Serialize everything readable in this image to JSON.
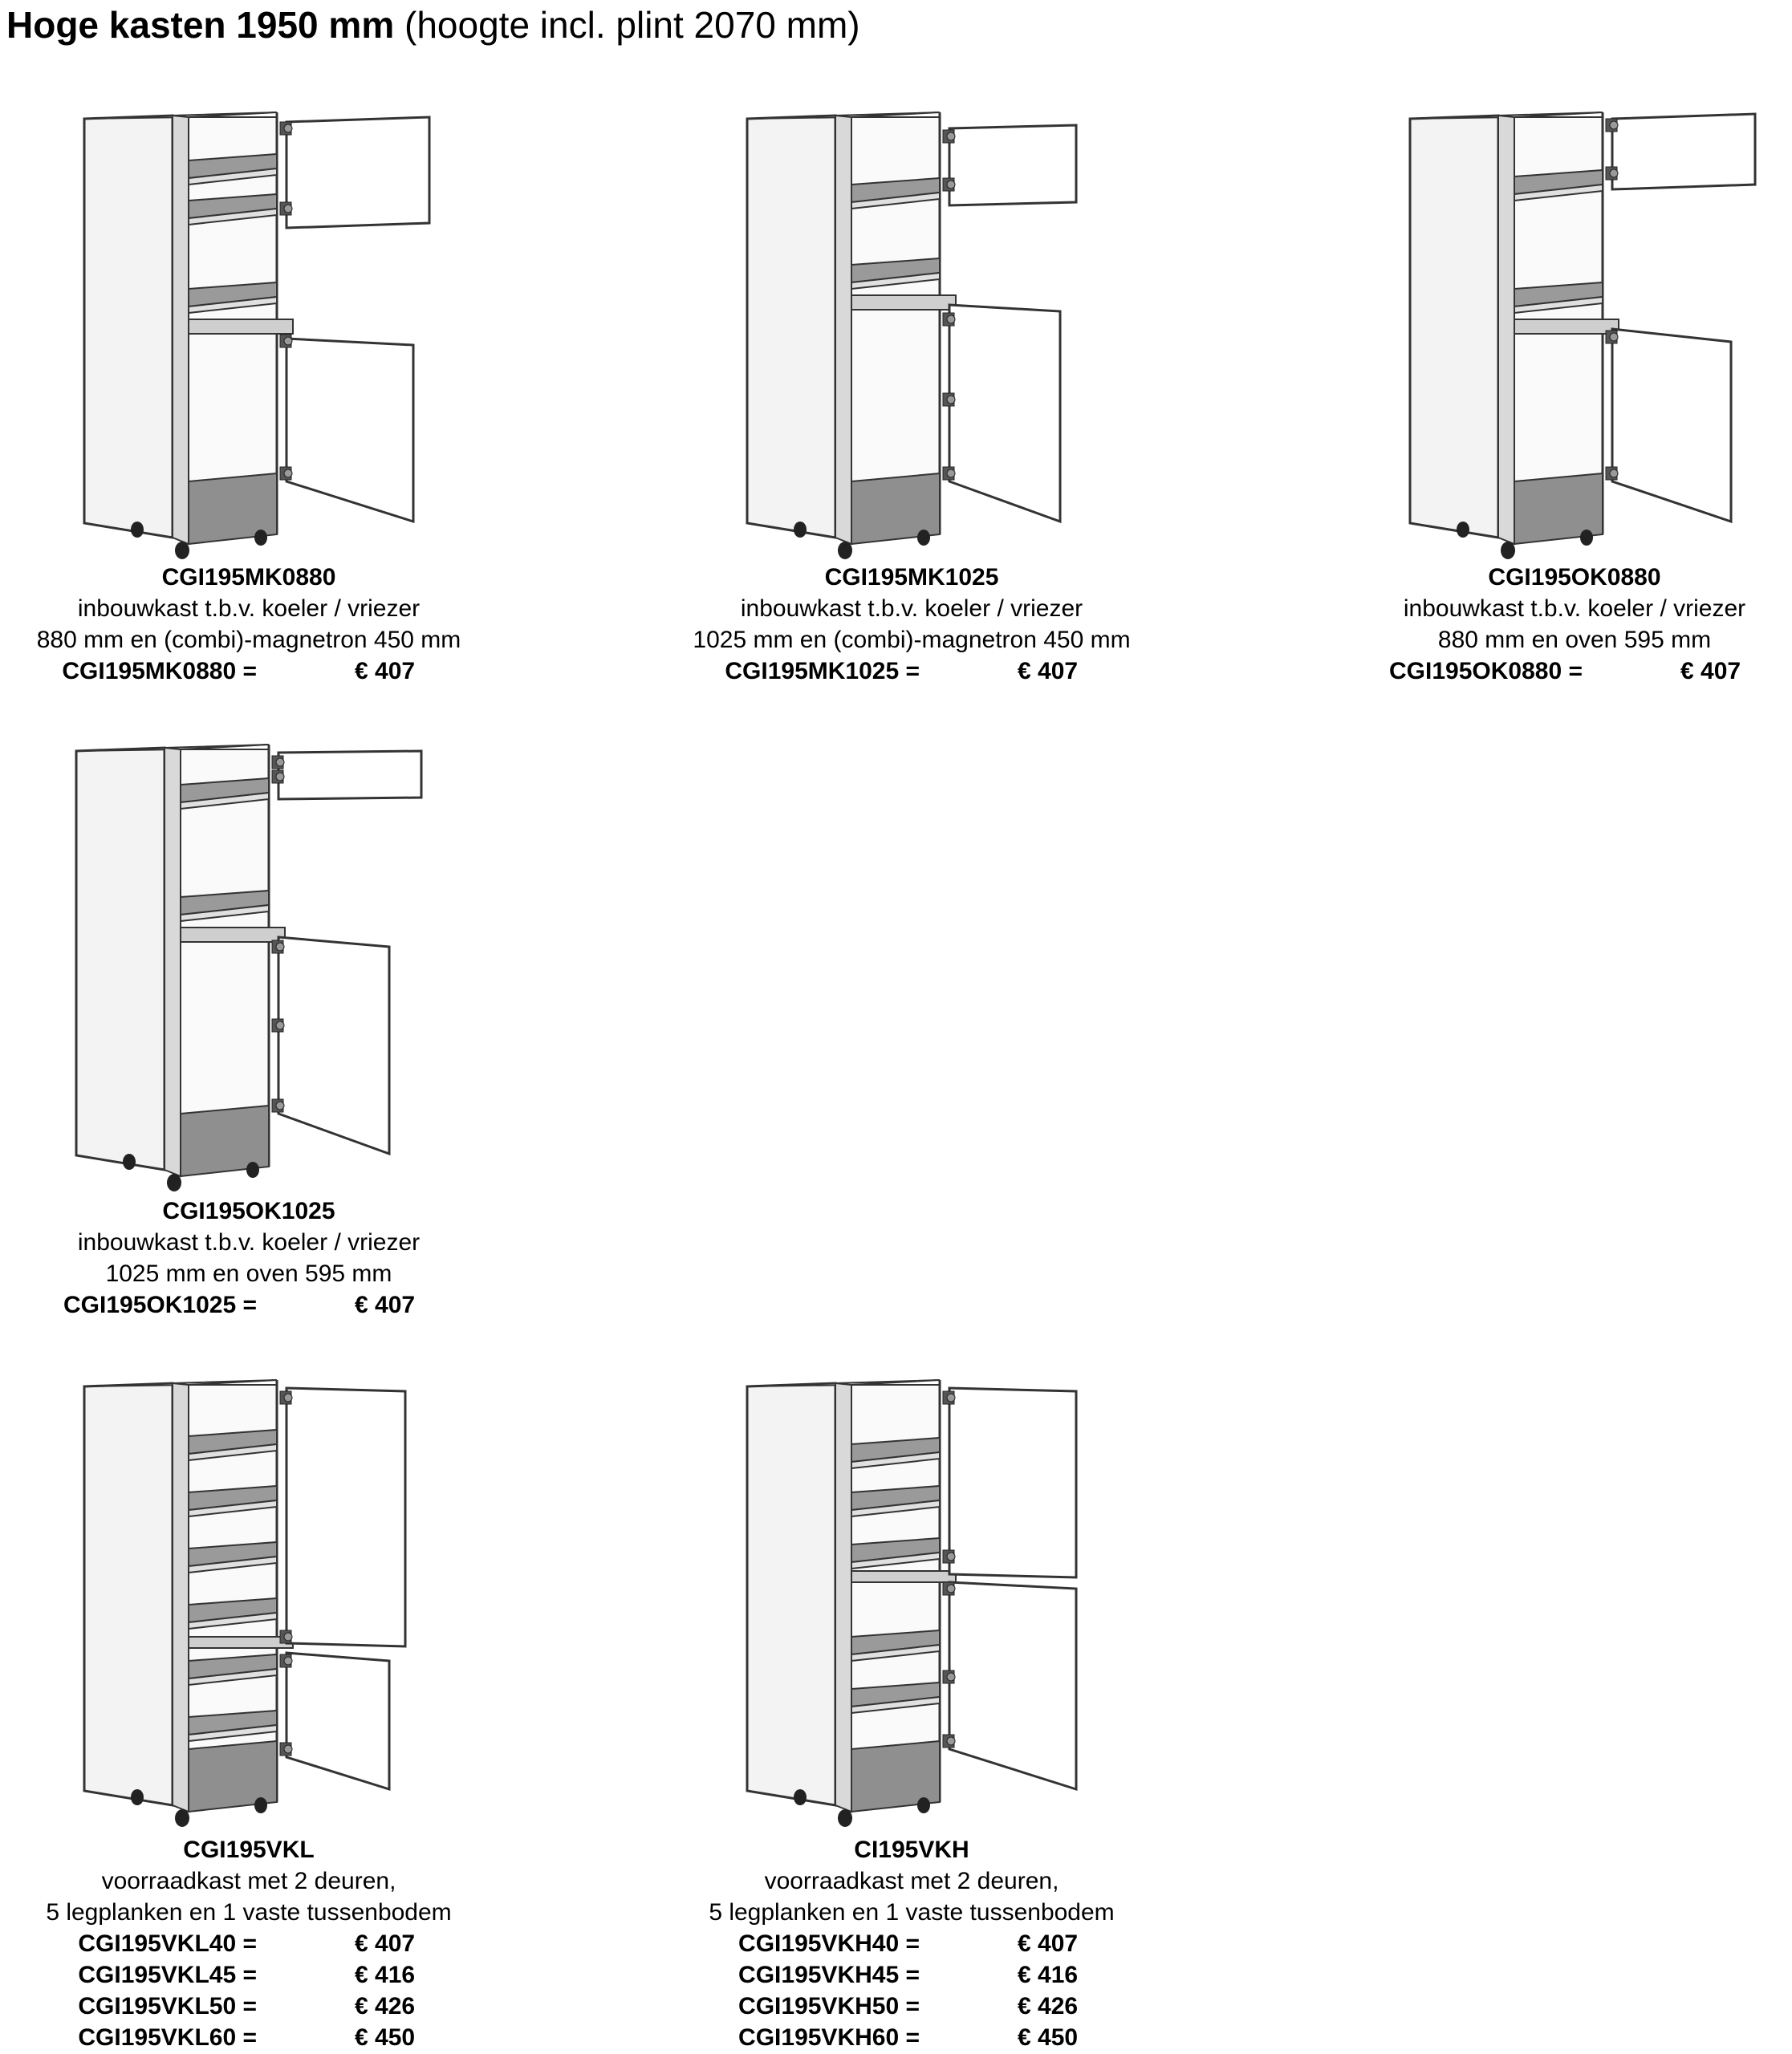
{
  "title": {
    "bold": "Hoge kasten 1950 mm",
    "normal": "(hoogte incl. plint 2070 mm)"
  },
  "products": [
    {
      "code": "CGI195MK0880",
      "desc": [
        "inbouwkast t.b.v. koeler / vriezer",
        "880 mm en (combi)-magnetron 450 mm"
      ],
      "prices": [
        {
          "code": "CGI195MK0880 =",
          "price": "€ 407"
        }
      ],
      "illustration": "cabinet-microwave-fridge-icon"
    },
    {
      "code": "CGI195MK1025",
      "desc": [
        "inbouwkast t.b.v. koeler / vriezer",
        "1025 mm en (combi)-magnetron 450 mm"
      ],
      "prices": [
        {
          "code": "CGI195MK1025 =",
          "price": "€ 407"
        }
      ],
      "illustration": "cabinet-microwave-fridge-icon"
    },
    {
      "code": "CGI195OK0880",
      "desc": [
        "inbouwkast t.b.v. koeler / vriezer",
        "880 mm en oven 595 mm"
      ],
      "prices": [
        {
          "code": "CGI195OK0880 =",
          "price": "€ 407"
        }
      ],
      "illustration": "cabinet-oven-fridge-icon"
    },
    {
      "code": "CGI195OK1025",
      "desc": [
        "inbouwkast t.b.v. koeler / vriezer",
        "1025 mm en oven 595 mm"
      ],
      "prices": [
        {
          "code": "CGI195OK1025 =",
          "price": "€ 407"
        }
      ],
      "illustration": "cabinet-oven-fridge-icon"
    },
    {
      "code": "CGI195VKL",
      "desc": [
        "voorraadkast met 2 deuren,",
        "5 legplanken en 1 vaste tussenbodem"
      ],
      "prices": [
        {
          "code": "CGI195VKL40 =",
          "price": "€ 407"
        },
        {
          "code": "CGI195VKL45 =",
          "price": "€ 416"
        },
        {
          "code": "CGI195VKL50 =",
          "price": "€ 426"
        },
        {
          "code": "CGI195VKL60 =",
          "price": "€ 450"
        }
      ],
      "illustration": "pantry-cabinet-icon"
    },
    {
      "code": "CI195VKH",
      "desc": [
        "voorraadkast met 2 deuren,",
        "5 legplanken en 1 vaste tussenbodem"
      ],
      "prices": [
        {
          "code": "CGI195VKH40 =",
          "price": "€ 407"
        },
        {
          "code": "CGI195VKH45 =",
          "price": "€ 416"
        },
        {
          "code": "CGI195VKH50 =",
          "price": "€ 426"
        },
        {
          "code": "CGI195VKH60 =",
          "price": "€ 450"
        }
      ],
      "illustration": "pantry-cabinet-icon"
    }
  ]
}
